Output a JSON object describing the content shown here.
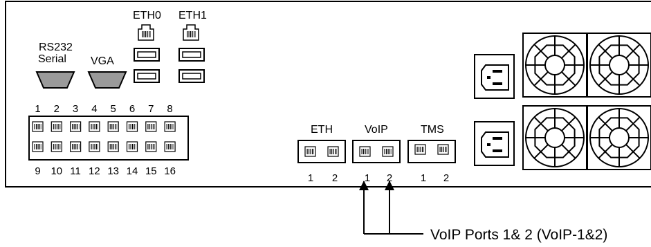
{
  "labels": {
    "rs232_line1": "RS232",
    "rs232_line2": "Serial",
    "vga": "VGA",
    "eth0": "ETH0",
    "eth1": "ETH1",
    "eth": "ETH",
    "voip": "VoIP",
    "tms": "TMS",
    "callout": "VoIP Ports 1& 2 (VoIP-1&2)"
  },
  "serial_ports": {
    "top_numbers": [
      "1",
      "2",
      "3",
      "4",
      "5",
      "6",
      "7",
      "8"
    ],
    "bottom_numbers": [
      "9",
      "10",
      "11",
      "12",
      "13",
      "14",
      "15",
      "16"
    ]
  },
  "eth_ports": {
    "numbers": [
      "1",
      "2"
    ]
  },
  "voip_ports": {
    "numbers": [
      "1",
      "2"
    ]
  },
  "tms_ports": {
    "numbers": [
      "1",
      "2"
    ]
  }
}
